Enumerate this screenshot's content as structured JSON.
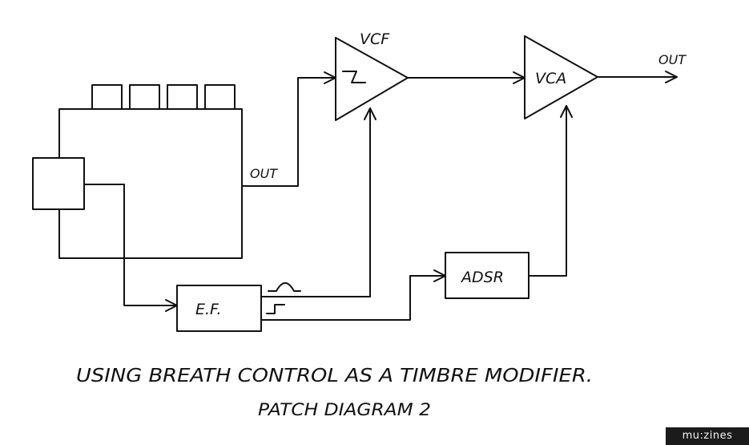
{
  "diagram": {
    "labels": {
      "vcf": "VCF",
      "vca": "VCA",
      "out_main": "OUT",
      "out_instrument": "OUT",
      "adsr": "ADSR",
      "ef": "E.F."
    },
    "caption": {
      "line1": "USING BREATH CONTROL AS A TIMBRE MODIFIER.",
      "line2": "PATCH DIAGRAM 2"
    }
  },
  "watermark": {
    "text": "mu:zines"
  }
}
